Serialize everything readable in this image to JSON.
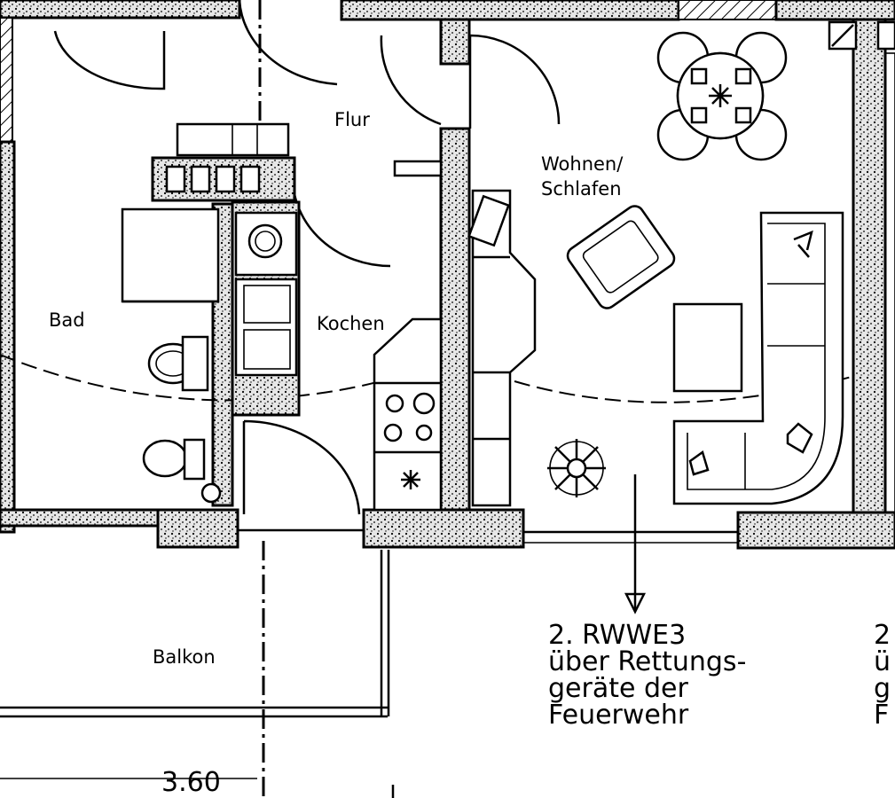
{
  "rooms": {
    "bad": "Bad",
    "flur": "Flur",
    "kochen": "Kochen",
    "wohnen_line1": "Wohnen/",
    "wohnen_line2": "Schlafen",
    "balkon": "Balkon"
  },
  "note": {
    "line1": "2. RWWE3",
    "line2": "über Rettungs-",
    "line3": "geräte der",
    "line4": "Feuerwehr"
  },
  "note_cut": {
    "line1": "2",
    "line2": "ü",
    "line3": "g",
    "line4": "F"
  },
  "dimension": "3.60"
}
